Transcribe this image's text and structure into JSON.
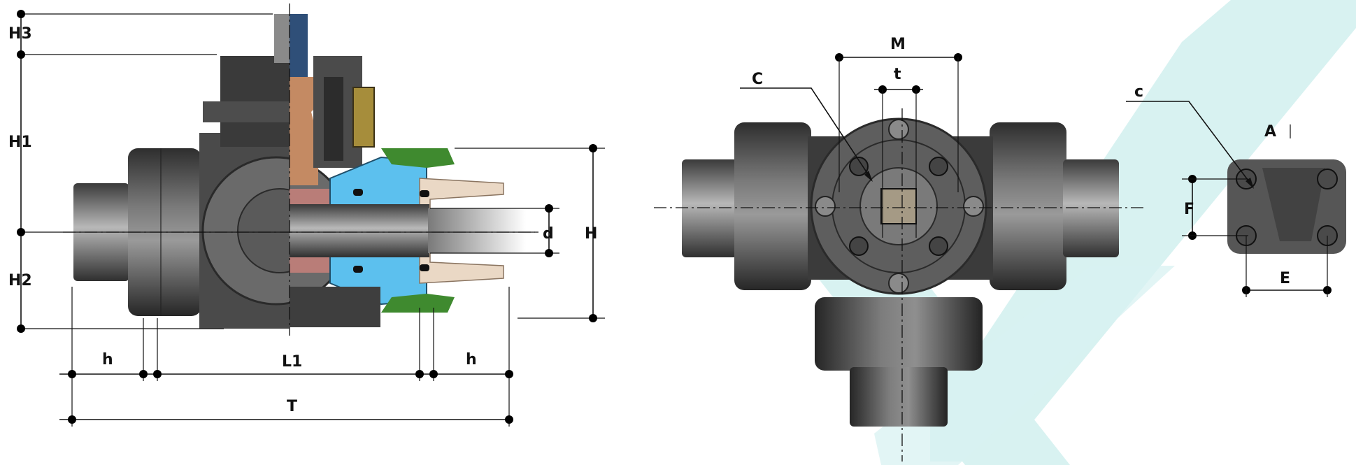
{
  "colors": {
    "watermark": "#d8f2f1",
    "body_dark": "#3b3b3b",
    "body_mid": "#5e5e5e",
    "body_light": "#8a8a8a",
    "seal_blue": "#5cc0ee",
    "nut_green": "#3f8a2f",
    "pipe_tan": "#ead8c5",
    "ball_red": "#b97d78",
    "stem_copper": "#c48a63",
    "stem_blue": "#2f4f78"
  },
  "labels": {
    "h3": "H3",
    "h1": "H1",
    "h2": "H2",
    "h_left": "h",
    "l1": "L1",
    "h_right": "h",
    "t_total": "T",
    "d": "d",
    "h_right_height": "H",
    "m": "M",
    "t_small": "t",
    "c_big": "C",
    "c_small": "c",
    "a": "A",
    "f": "F",
    "e": "E"
  }
}
